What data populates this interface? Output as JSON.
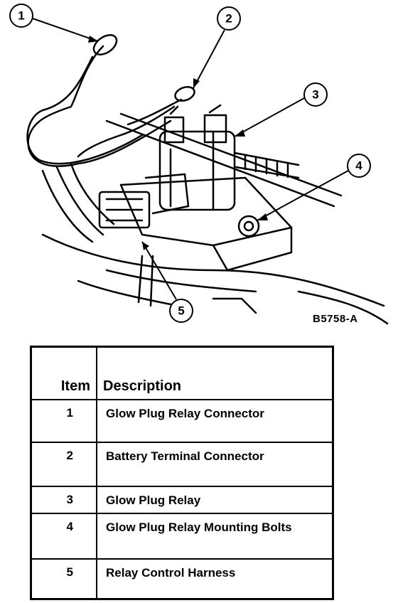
{
  "figure": {
    "code": "B5758-A",
    "callouts": [
      "1",
      "2",
      "3",
      "4",
      "5"
    ]
  },
  "legend": {
    "header_item": "Item",
    "header_description": "Description",
    "rows": [
      {
        "item": "1",
        "description": "Glow Plug Relay Connector"
      },
      {
        "item": "2",
        "description": "Battery Terminal Connector"
      },
      {
        "item": "3",
        "description": "Glow Plug Relay"
      },
      {
        "item": "4",
        "description": "Glow Plug Relay Mounting Bolts"
      },
      {
        "item": "5",
        "description": "Relay Control Harness"
      }
    ]
  }
}
